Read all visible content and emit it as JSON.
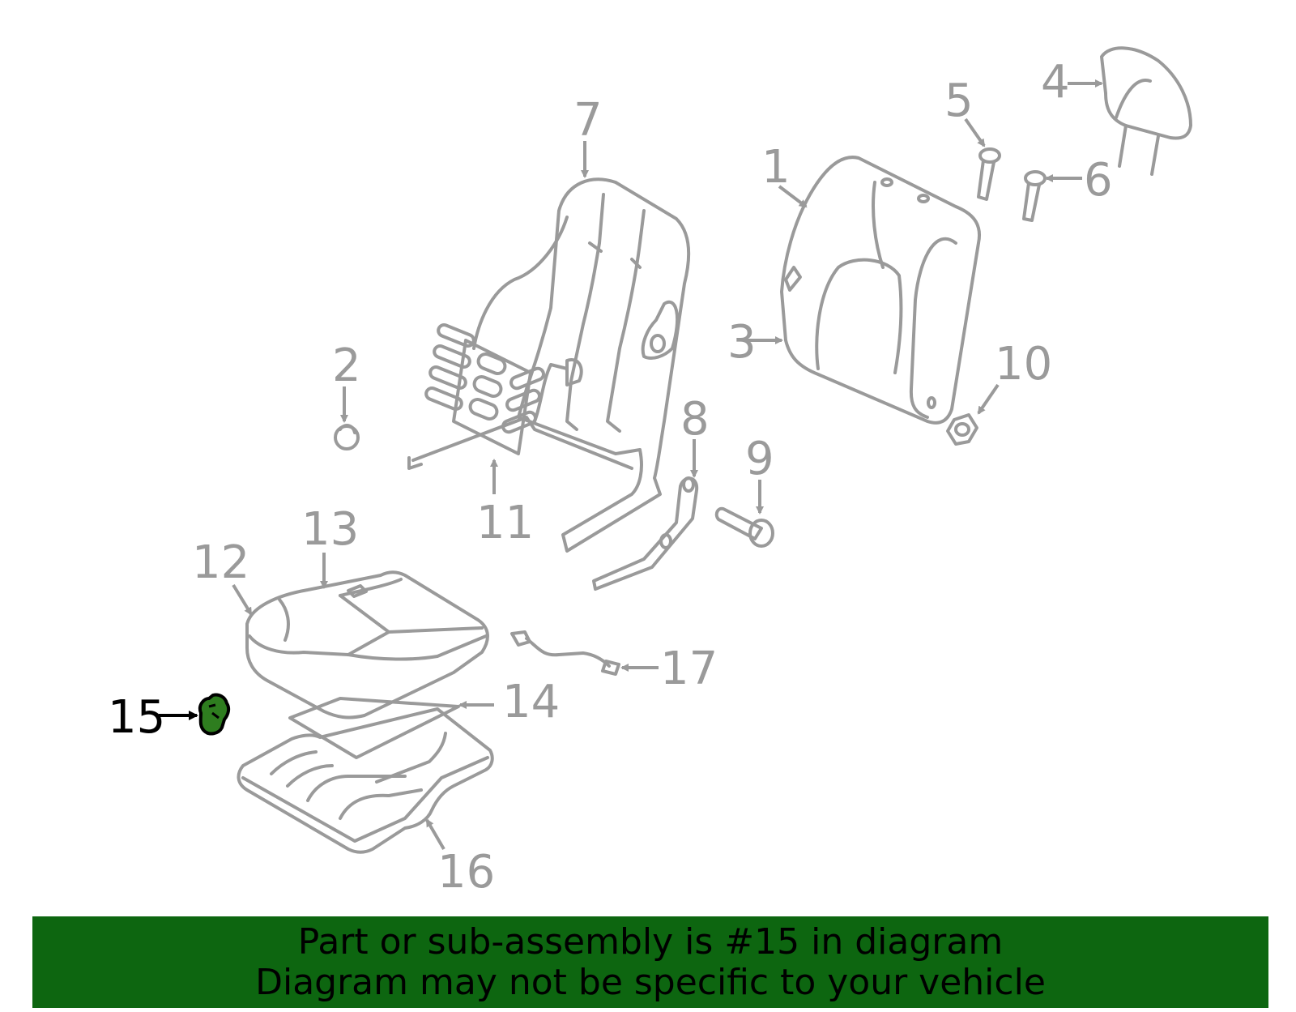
{
  "callouts": {
    "c1": "1",
    "c2": "2",
    "c3": "3",
    "c4": "4",
    "c5": "5",
    "c6": "6",
    "c7": "7",
    "c8": "8",
    "c9": "9",
    "c10": "10",
    "c11": "11",
    "c12": "12",
    "c13": "13",
    "c14": "14",
    "c15": "15",
    "c16": "16",
    "c17": "17"
  },
  "highlighted_part": "15",
  "colors": {
    "highlight": "#2e7d1f",
    "banner": "#0d6610",
    "line": "#9a9a9a"
  },
  "banner": {
    "line1": "Part or sub-assembly is #15 in diagram",
    "line2": "Diagram may not be specific to your vehicle"
  }
}
